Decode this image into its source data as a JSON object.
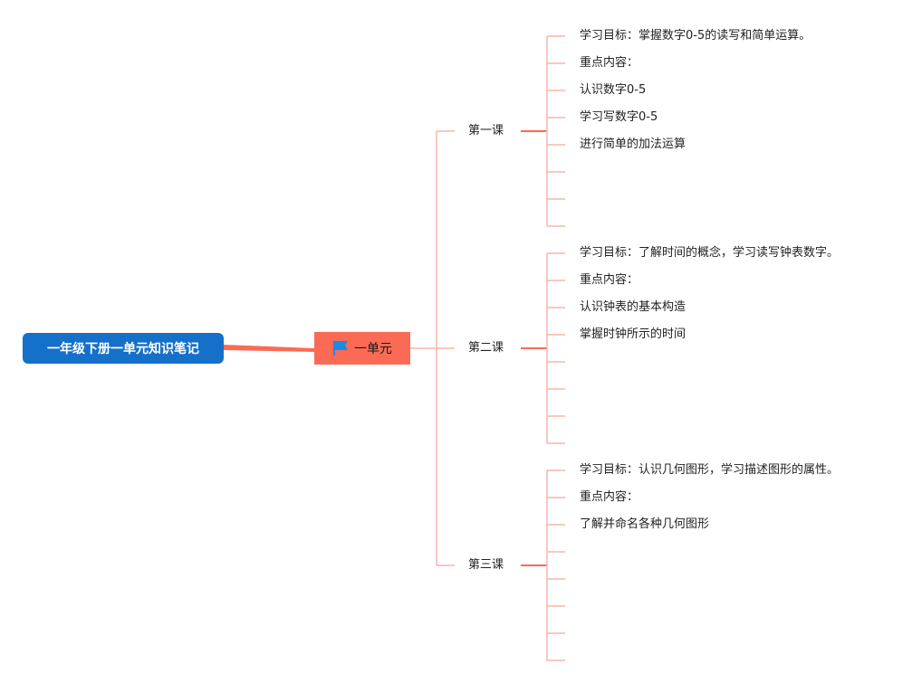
{
  "root": {
    "label": "一年级下册一单元知识笔记"
  },
  "unit": {
    "label": "一单元",
    "icon": "flag-icon"
  },
  "colors": {
    "root_bg": "#1470c9",
    "unit_bg": "#fb6a55",
    "connector_strong": "#fb6a55",
    "connector_light": "#f5b5aa",
    "flag": "#1a8ae8"
  },
  "lessons": [
    {
      "label": "第一课",
      "items": [
        "学习目标：掌握数字0-5的读写和简单运算。",
        "重点内容：",
        "认识数字0-5",
        "学习写数字0-5",
        "进行简单的加法运算",
        "",
        "",
        ""
      ]
    },
    {
      "label": "第二课",
      "items": [
        "学习目标：了解时间的概念，学习读写钟表数字。",
        "重点内容：",
        "认识钟表的基本构造",
        "掌握时钟所示的时间",
        "",
        "",
        "",
        ""
      ]
    },
    {
      "label": "第三课",
      "items": [
        "学习目标：认识几何图形，学习描述图形的属性。",
        "重点内容：",
        "了解并命名各种几何图形",
        "",
        "",
        "",
        "",
        ""
      ]
    }
  ]
}
